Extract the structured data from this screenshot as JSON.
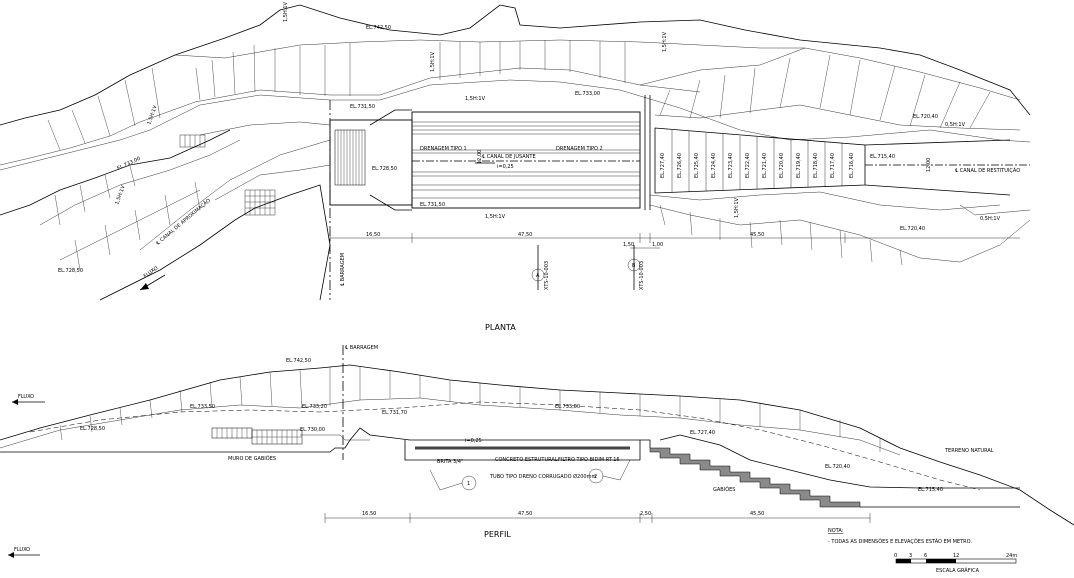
{
  "plan": {
    "title": "PLANTA",
    "elevations": {
      "el_742_50": "EL.742,50",
      "el_733_00": "EL.733,00",
      "el_731_50_top": "EL.731,50",
      "el_731_50_bottom": "EL.731,50",
      "el_728_50_center": "EL.728,50",
      "el_728_50_left": "EL.728,50",
      "el_733_00_left": "EL.733,00",
      "el_720_40_right": "EL.720,40",
      "el_720_40_bottom": "EL.720,40",
      "el_715_40": "EL.715,40"
    },
    "slopes": {
      "s1": "1,5H:1V",
      "s2": "1,5H:1V",
      "s3": "1,5H:1V",
      "s4": "0,5H:1V",
      "s5": "0,5H:1V",
      "s6": "1,5H:1V",
      "s7": "1,5H:1V",
      "s8": "1,5H:1V",
      "s9": "1,5H:1V",
      "s10": "1,5H:1V"
    },
    "labels": {
      "canal_aproximacao": "℄ CANAL DE APROXIMAÇÃO",
      "canal_jusante": "℄ CANAL DE JUSANTE",
      "canal_restituicao": "℄ CANAL DE RESTITUIÇÃO",
      "barragem": "℄ BARRAGEM",
      "fluxo": "FLUXO",
      "drenagem_1": "DRENAGEM TIPO 1",
      "drenagem_2": "DRENAGEM TIPO 2",
      "slope_pct": "i=0,25",
      "width_left": "12,00",
      "width_right": "12,00",
      "section_a": "A",
      "section_b": "B",
      "section_a_ref": "XTS-10-003",
      "section_b_ref": "XTS-10-003"
    },
    "steps": [
      "EL.727,40",
      "EL.726,40",
      "EL.725,40",
      "EL.724,40",
      "EL.723,40",
      "EL.722,40",
      "EL.721,40",
      "EL.720,40",
      "EL.719,40",
      "EL.718,40",
      "EL.717,40",
      "EL.716,40"
    ],
    "dimensions": [
      "16,50",
      "47,50",
      "1,50",
      "1,00",
      "45,50"
    ]
  },
  "profile": {
    "title": "PERFIL",
    "elevations": {
      "e1": "EL.742,50",
      "e2": "EL.733,50",
      "e3": "EL.733,20",
      "e4": "EL.731,70",
      "e5": "EL.733,00",
      "e6": "EL.728,50",
      "e7": "EL.730,00",
      "e8": "EL.727,40",
      "e9": "EL.720,40",
      "e10": "EL.715,40"
    },
    "labels": {
      "barragem": "℄ BARRAGEM",
      "fluxo": "FLUXO",
      "fluxo_bottom": "FLUXO",
      "muro_gabioes": "MURO DE GABIÕES",
      "brita": "BRITA 3/4\"",
      "concreto": "CONCRETO ESTRUTURAL",
      "filtro": "FILTRO TIPO BIDIM RT-16",
      "tubo": "TUBO TIPO DRENO CORRUGADO Ø200mm",
      "gabioes": "GABIÕES",
      "terreno": "TERRENO NATURAL",
      "slope_pct": "i=0,25",
      "detail_1": "1",
      "detail_2": "2"
    },
    "dimensions": [
      "16,50",
      "47,50",
      "2,50",
      "45,50"
    ]
  },
  "notes": {
    "title": "NOTA:",
    "text": "- TODAS AS DIMENSÕES E ELEVAÇÕES ESTÃO EM METRO."
  },
  "scale": {
    "ticks": [
      "0",
      "3",
      "6",
      "12",
      "24m"
    ],
    "label": "ESCALA GRÁFICA"
  }
}
